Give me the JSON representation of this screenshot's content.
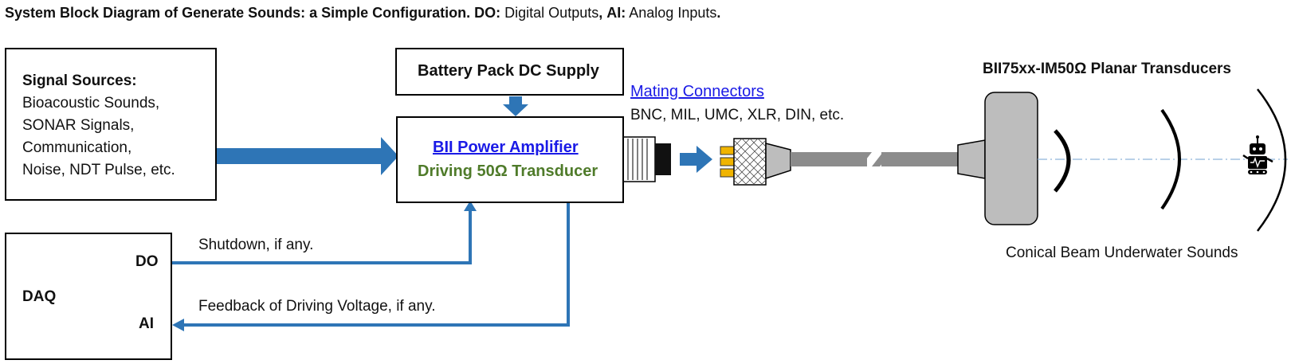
{
  "title": {
    "lead": "System Block Diagram of Generate Sounds: a Simple Configuration.",
    "do_abbr": "DO:",
    "do_text": "Digital Outputs",
    "comma": ",",
    "ai_abbr": "AI:",
    "ai_text": "Analog Inputs",
    "period": "."
  },
  "signal_sources": {
    "heading": "Signal Sources:",
    "lines": [
      "Bioacoustic Sounds,",
      "SONAR Signals,",
      "Communication,",
      "Noise, NDT Pulse, etc."
    ]
  },
  "battery": {
    "label": "Battery Pack DC Supply"
  },
  "amplifier": {
    "link": "BII Power Amplifier",
    "subtitle": "Driving 50Ω Transducer"
  },
  "mating": {
    "link": "Mating Connectors",
    "types": "BNC, MIL, UMC, XLR, DIN, etc."
  },
  "transducer": {
    "title": "BII75xx-IM50Ω Planar Transducers",
    "caption": "Conical Beam Underwater Sounds"
  },
  "daq": {
    "label": "DAQ",
    "do": "DO",
    "ai": "AI"
  },
  "wires": {
    "shutdown": "Shutdown, if any.",
    "feedback": "Feedback of Driving Voltage, if any."
  },
  "colors": {
    "arrow": "#2e75b6",
    "green": "#4f7b2a",
    "link": "#1a1ae6",
    "cable": "#8c8c8c",
    "transducer": "#bdbdbd"
  }
}
